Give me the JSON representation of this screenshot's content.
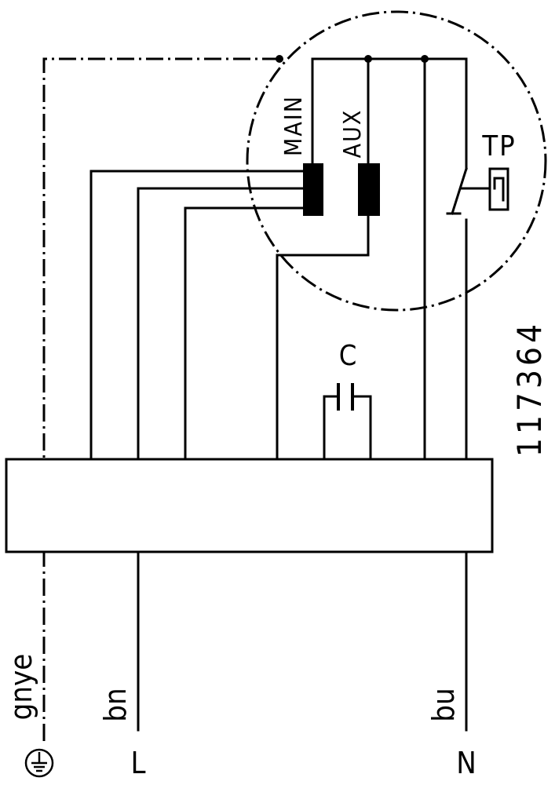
{
  "labels": {
    "main": "MAIN",
    "aux": "AUX",
    "tp": "TP",
    "capacitor": "C",
    "code": "117364",
    "gnye": "gnye",
    "bn": "bn",
    "bu": "bu",
    "line": "L",
    "neutral": "N"
  },
  "icons": {
    "earth": "earth-ground-icon"
  }
}
